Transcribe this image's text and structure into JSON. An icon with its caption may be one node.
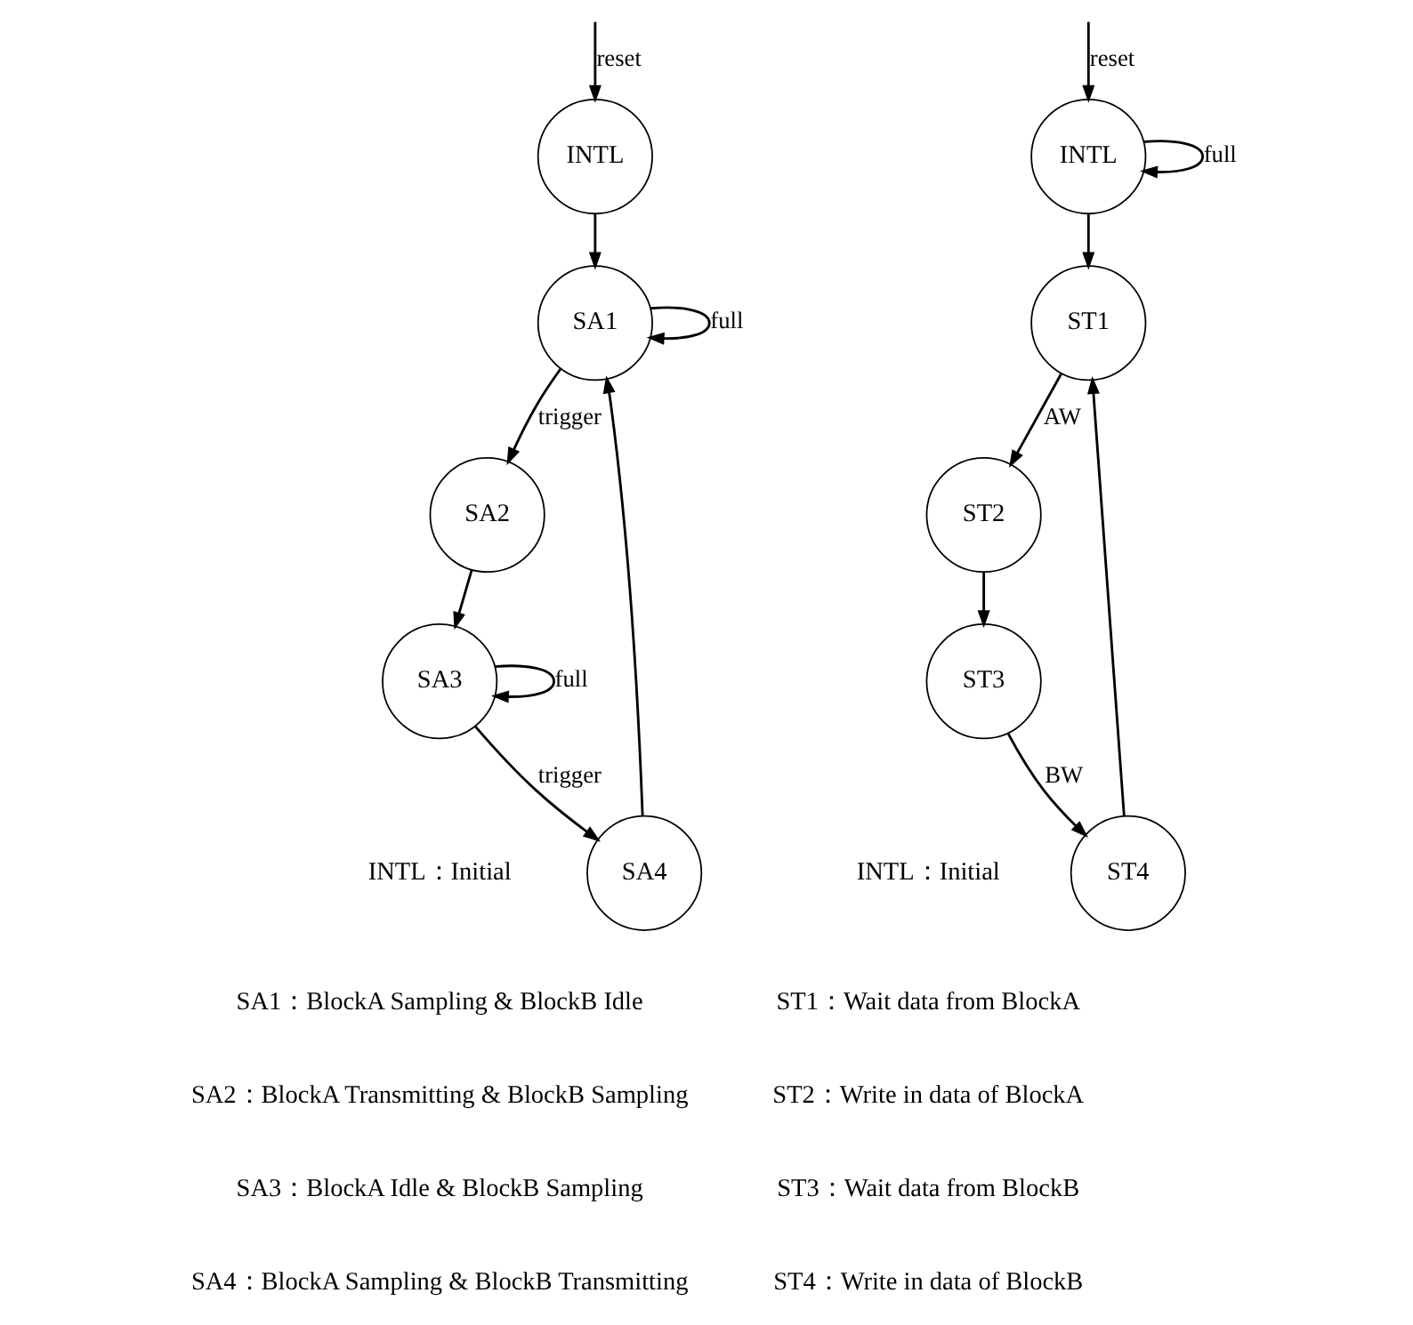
{
  "diagram": {
    "nodes": [
      {
        "text": [
          "INTL"
        ]
      },
      {
        "text": [
          "SA1"
        ]
      },
      {
        "text": [
          "SA2"
        ]
      },
      {
        "text": [
          "SA3"
        ]
      },
      {
        "text": [
          "SA4"
        ]
      },
      {
        "text": [
          "INTL"
        ]
      },
      {
        "text": [
          "ST1"
        ]
      },
      {
        "text": [
          "ST2"
        ]
      },
      {
        "text": [
          "ST3"
        ]
      },
      {
        "text": [
          "ST4"
        ]
      }
    ],
    "edges": [
      {
        "from": null,
        "to": 0,
        "arrow": "to",
        "label": "reset"
      },
      {
        "from": 0,
        "to": 1,
        "arrow": "to"
      },
      {
        "from": 1,
        "to": 1,
        "arrow": "to",
        "label": "full"
      },
      {
        "from": 1,
        "to": 2,
        "arrow": "to",
        "label": "trigger"
      },
      {
        "from": 2,
        "to": 3,
        "arrow": "to"
      },
      {
        "from": 3,
        "to": 3,
        "arrow": "to",
        "label": "full"
      },
      {
        "from": 3,
        "to": 4,
        "arrow": "to",
        "label": "trigger"
      },
      {
        "from": 4,
        "to": 1,
        "arrow": "to"
      },
      {
        "from": null,
        "to": 5,
        "arrow": "to",
        "label": "reset"
      },
      {
        "from": 5,
        "to": 5,
        "arrow": "to",
        "label": "full"
      },
      {
        "from": 5,
        "to": 6,
        "arrow": "to"
      },
      {
        "from": 6,
        "to": 7,
        "arrow": "to",
        "label": "AW"
      },
      {
        "from": 7,
        "to": 8,
        "arrow": "to"
      },
      {
        "from": 8,
        "to": 9,
        "arrow": "to",
        "label": "BW"
      },
      {
        "from": 9,
        "to": 6,
        "arrow": "to"
      }
    ],
    "labels": [
      "INTL：Initial",
      "SA1：BlockA Sampling & BlockB Idle",
      "SA2：BlockA Transmitting & BlockB Sampling",
      "SA3：BlockA Idle & BlockB Sampling",
      "SA4：BlockA Sampling & BlockB Transmitting",
      "INTL：Initial",
      "ST1：Wait data from BlockA",
      "ST2：Write in data of BlockA",
      "ST3：Wait data from BlockB",
      "ST4：Write in data of BlockB"
    ]
  }
}
